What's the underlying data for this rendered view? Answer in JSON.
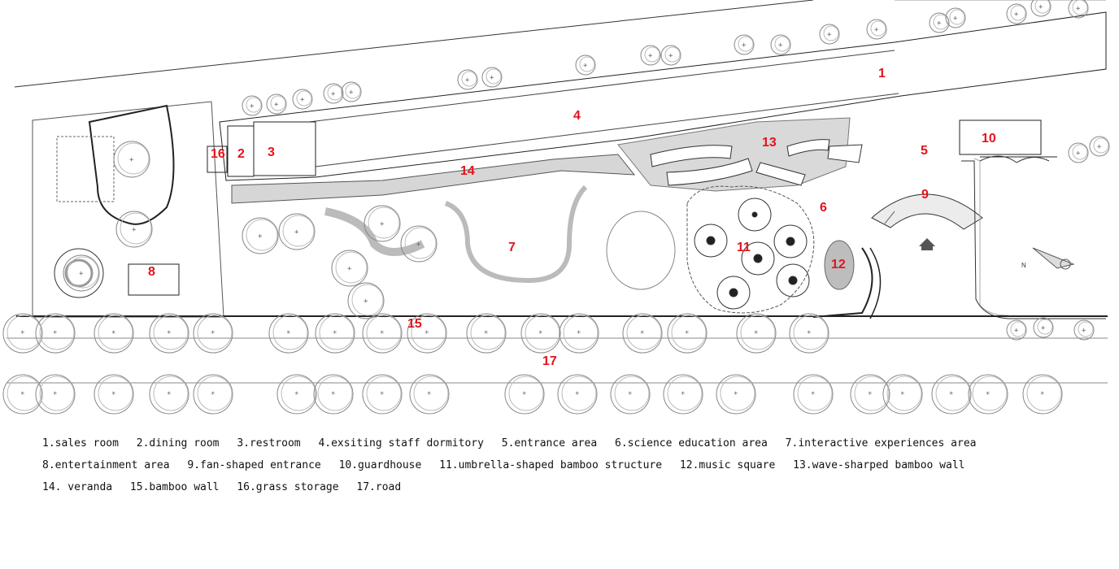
{
  "labels": [
    "1",
    "2",
    "3",
    "4",
    "5",
    "6",
    "7",
    "8",
    "9",
    "10",
    "11",
    "12",
    "13",
    "14",
    "15",
    "16",
    "17"
  ],
  "legend": {
    "rows": [
      [
        "1.sales room",
        "2.dining room",
        "3.restroom",
        "4.exsiting staff dormitory",
        "5.entrance area",
        "6.science education area",
        "7.interactive experiences area"
      ],
      [
        "8.entertainment area",
        "9.fan-shaped entrance",
        "10.guardhouse",
        "11.umbrella-shaped bamboo structure",
        "12.music square",
        "13.wave-sharped bamboo wall"
      ],
      [
        "14. veranda",
        "15.bamboo wall",
        "16.grass storage",
        "17.road"
      ]
    ]
  },
  "north_marker": "N",
  "colors": {
    "label": "#e2141d",
    "line": "#222222",
    "paving": "#d6d6d6"
  }
}
